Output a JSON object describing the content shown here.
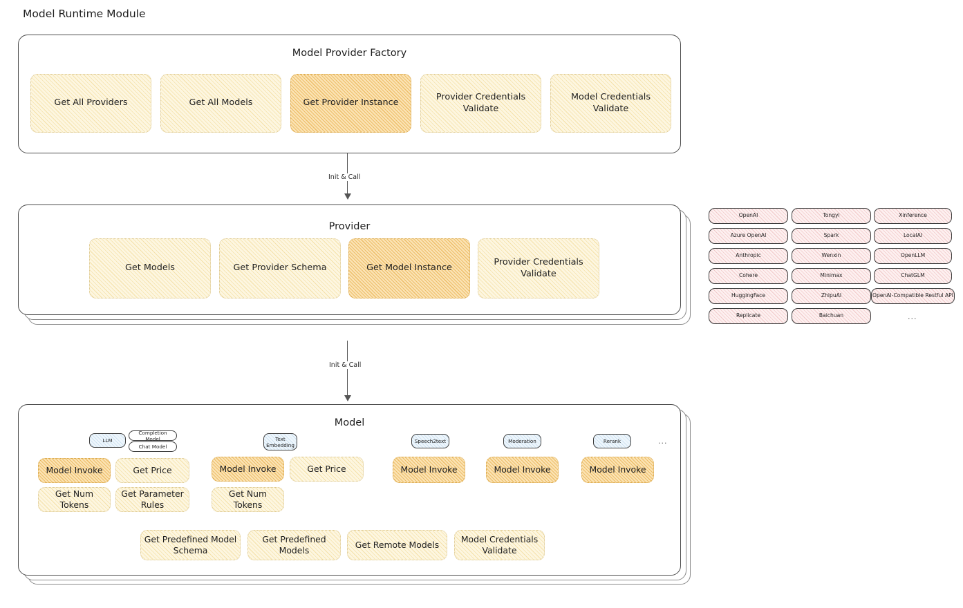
{
  "page": {
    "title": "Model Runtime Module"
  },
  "factory": {
    "title": "Model Provider Factory",
    "items": [
      {
        "label": "Get All Providers",
        "highlight": false
      },
      {
        "label": "Get All Models",
        "highlight": false
      },
      {
        "label": "Get Provider Instance",
        "highlight": true
      },
      {
        "label": "Provider Credentials Validate",
        "highlight": false
      },
      {
        "label": "Model Credentials Validate",
        "highlight": false
      }
    ]
  },
  "arrows": [
    {
      "label": "Init & Call"
    },
    {
      "label": "Init & Call"
    }
  ],
  "provider": {
    "title": "Provider",
    "items": [
      {
        "label": "Get Models",
        "highlight": false
      },
      {
        "label": "Get Provider Schema",
        "highlight": false
      },
      {
        "label": "Get Model Instance",
        "highlight": true
      },
      {
        "label": "Provider Credentials Validate",
        "highlight": false
      }
    ]
  },
  "provider_list": {
    "columns": [
      [
        "OpenAI",
        "Azure OpenAI",
        "Anthropic",
        "Cohere",
        "HuggingFace",
        "Replicate"
      ],
      [
        "Tongyi",
        "Spark",
        "Wenxin",
        "Minimax",
        "ZhipuAI",
        "Baichuan"
      ],
      [
        "Xinference",
        "LocalAI",
        "OpenLLM",
        "ChatGLM",
        "OpenAI-Compatible Restful API"
      ]
    ],
    "more": "..."
  },
  "model": {
    "title": "Model",
    "more": "...",
    "types": [
      {
        "name": "LLM",
        "subtags": [
          "Completion Model",
          "Chat Model"
        ],
        "methods": [
          {
            "label": "Model Invoke",
            "highlight": true
          },
          {
            "label": "Get Price",
            "highlight": false
          },
          {
            "label": "Get Num Tokens",
            "highlight": false
          },
          {
            "label": "Get Parameter Rules",
            "highlight": false
          }
        ]
      },
      {
        "name": "Text Embedding",
        "subtags": [],
        "methods": [
          {
            "label": "Model Invoke",
            "highlight": true
          },
          {
            "label": "Get Price",
            "highlight": false
          },
          {
            "label": "Get Num Tokens",
            "highlight": false
          }
        ]
      },
      {
        "name": "Speech2text",
        "subtags": [],
        "methods": [
          {
            "label": "Model Invoke",
            "highlight": true
          }
        ]
      },
      {
        "name": "Moderation",
        "subtags": [],
        "methods": [
          {
            "label": "Model Invoke",
            "highlight": true
          }
        ]
      },
      {
        "name": "Rerank",
        "subtags": [],
        "methods": [
          {
            "label": "Model Invoke",
            "highlight": true
          }
        ]
      }
    ],
    "common_methods": [
      "Get Predefined Model Schema",
      "Get Predefined Models",
      "Get Remote Models",
      "Model Credentials Validate"
    ]
  },
  "colors": {
    "yellow_fill": "#fdf6e0",
    "orange_fill": "#fbe3b4",
    "pink_fill": "#fdf0f0",
    "blue_fill": "#eef6fc",
    "stroke": "#1e1e1e"
  }
}
